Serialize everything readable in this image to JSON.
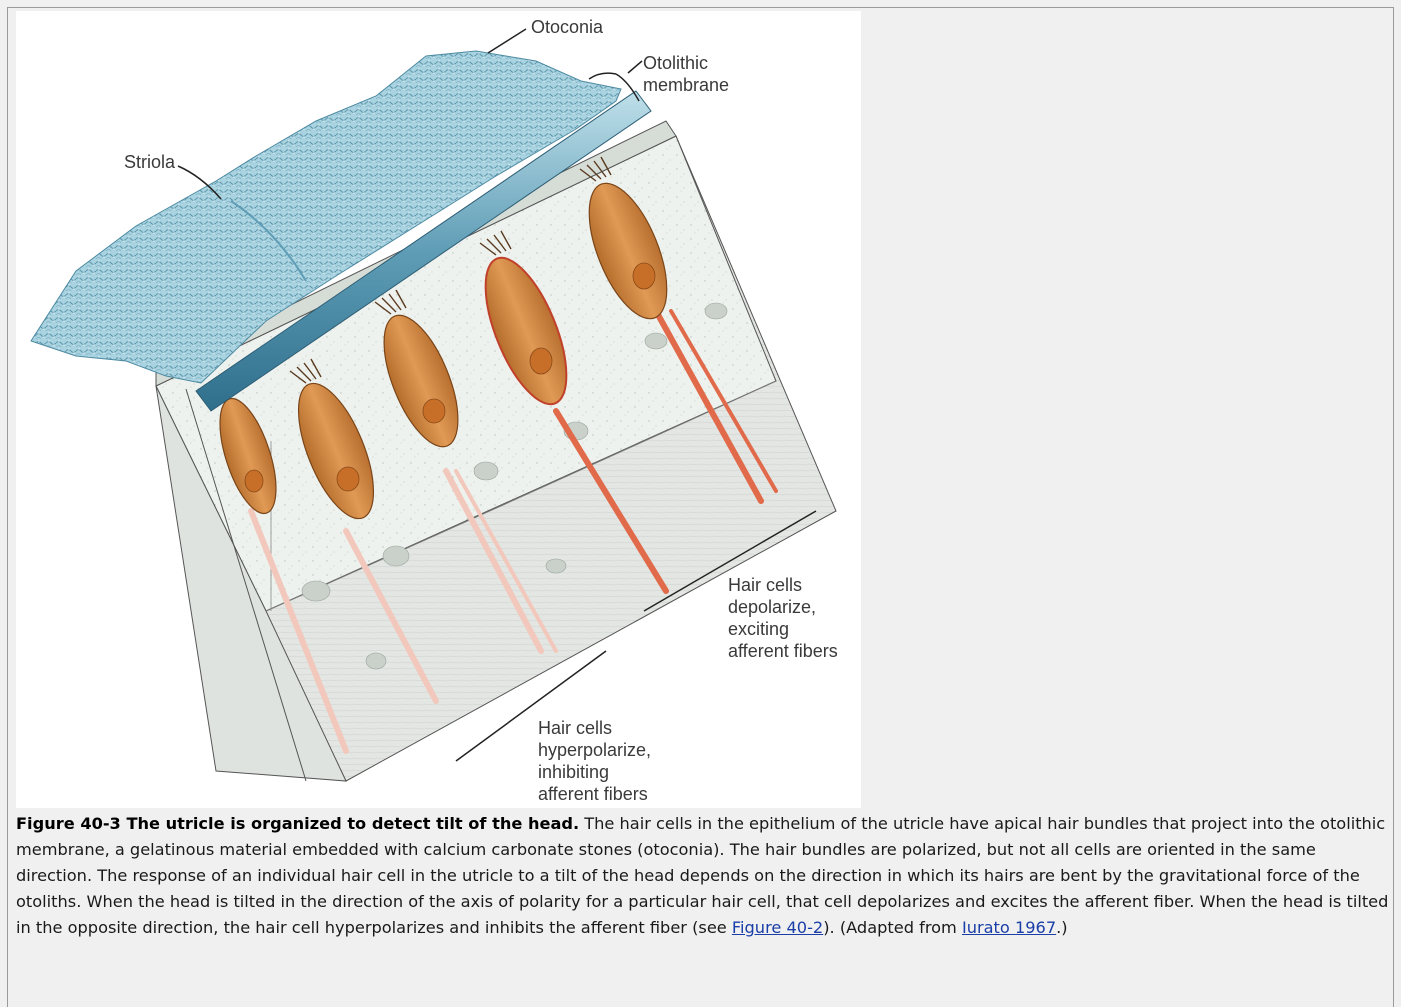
{
  "figure": {
    "labels": {
      "otoconia": "Otoconia",
      "otolithic": [
        "Otolithic",
        "membrane"
      ],
      "striola": "Striola",
      "depolarize": [
        "Hair cells",
        "depolarize,",
        "exciting",
        "afferent fibers"
      ],
      "hyperpolarize": [
        "Hair cells",
        "hyperpolarize,",
        "inhibiting",
        "afferent fibers"
      ]
    },
    "colors": {
      "otoconia": "#8fbfd0",
      "membrane": "#5b97b0",
      "cell_body": "#d08a45",
      "excited_fiber": "#e06a4a",
      "inhibited_fiber": "#f2c8bc",
      "tissue": "#e8ece8"
    }
  },
  "caption": {
    "title": "Figure 40-3 The utricle is organized to detect tilt of the head.",
    "body_1": " The hair cells in the epithelium of the utricle have apical hair bundles that project into the otolithic membrane, a gelatinous material embedded with calcium carbonate stones (otoconia). The hair bundles are polarized, but not all cells are oriented in the same direction. The response of an individual hair cell in the utricle to a tilt of the head depends on the direction in which its hairs are bent by the gravitational force of the otoliths. When the head is tilted in the direction of the axis of polarity for a particular hair cell, that cell depolarizes and excites the afferent fiber. When the head is tilted in the opposite direction, the hair cell hyperpolarizes and inhibits the afferent fiber (see ",
    "link_1": "Figure 40-2",
    "body_2": "). (Adapted from ",
    "link_2": "Iurato 1967",
    "body_3": ".)"
  }
}
